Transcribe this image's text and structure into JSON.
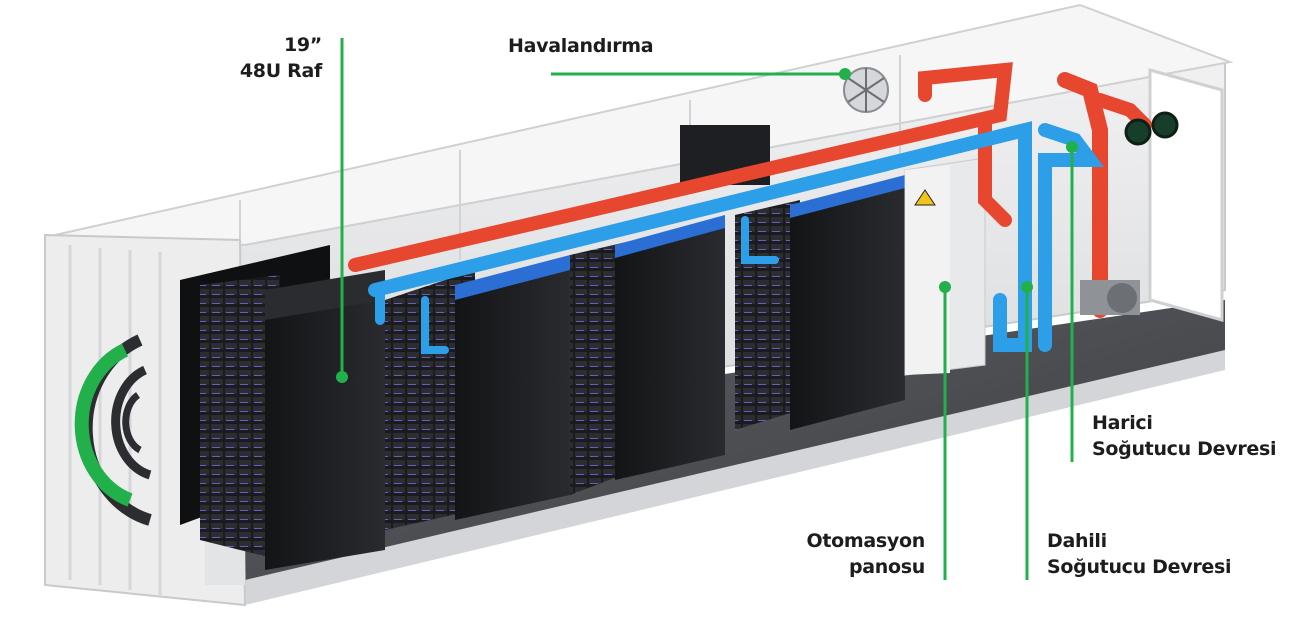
{
  "labels": {
    "rack": {
      "line1": "19”",
      "line2": "48U Raf"
    },
    "ventilation": {
      "line1": "Havalandırma"
    },
    "external_loop": {
      "line1": "Harici",
      "line2": "Soğutucu Devresi"
    },
    "automation_panel": {
      "line1": "Otomasyon",
      "line2": "panosu"
    },
    "internal_loop": {
      "line1": "Dahili",
      "line2": "Soğutucu Devresi"
    }
  },
  "colors": {
    "accent_green": "#22b04b",
    "hot_pipe": "#e8472f",
    "cold_pipe": "#2c9fe8",
    "rack_black": "#1b1c1f",
    "container_white": "#e9eaec"
  },
  "logo": {
    "icon": "c-logo-icon"
  }
}
